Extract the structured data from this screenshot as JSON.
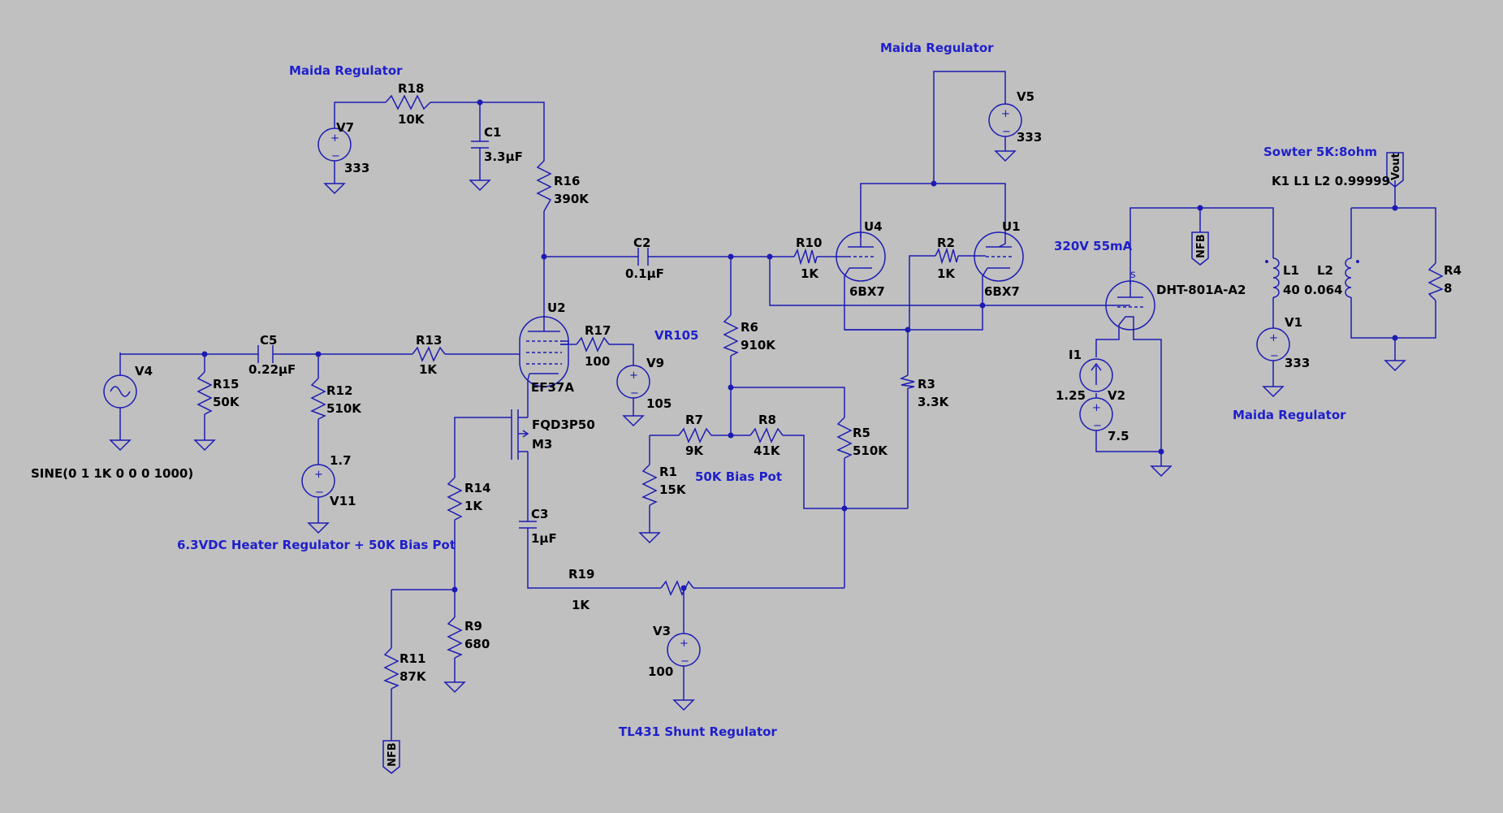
{
  "notes": {
    "maida_v7": "Maida Regulator",
    "maida_v5": "Maida Regulator",
    "maida_v1": "Maida Regulator",
    "sowter": "Sowter 5K:8ohm",
    "coupling": "K1 L1 L2 0.99999",
    "bias_320": "320V 55mA",
    "vr105": "VR105",
    "heater": "6.3VDC Heater Regulator + 50K Bias Pot",
    "bias_pot": "50K Bias Pot",
    "tl431": "TL431 Shunt Regulator",
    "sine": "SINE(0 1 1K 0 0 0 1000)"
  },
  "components": {
    "R18": {
      "ref": "R18",
      "value": "10K"
    },
    "R16": {
      "ref": "R16",
      "value": "390K"
    },
    "R10": {
      "ref": "R10",
      "value": "1K"
    },
    "R2": {
      "ref": "R2",
      "value": "1K"
    },
    "R6": {
      "ref": "R6",
      "value": "910K"
    },
    "R3": {
      "ref": "R3",
      "value": "3.3K"
    },
    "R7": {
      "ref": "R7",
      "value": "9K"
    },
    "R8": {
      "ref": "R8",
      "value": "41K"
    },
    "R5": {
      "ref": "R5",
      "value": "510K"
    },
    "R1": {
      "ref": "R1",
      "value": "15K"
    },
    "R13": {
      "ref": "R13",
      "value": "1K"
    },
    "R15": {
      "ref": "R15",
      "value": "50K"
    },
    "R12": {
      "ref": "R12",
      "value": "510K"
    },
    "R17": {
      "ref": "R17",
      "value": "100"
    },
    "R14": {
      "ref": "R14",
      "value": "1K"
    },
    "R9": {
      "ref": "R9",
      "value": "680"
    },
    "R11": {
      "ref": "R11",
      "value": "87K"
    },
    "R19": {
      "ref": "R19",
      "value": "1K"
    },
    "R4": {
      "ref": "R4",
      "value": "8"
    },
    "C1": {
      "ref": "C1",
      "value": "3.3µF"
    },
    "C2": {
      "ref": "C2",
      "value": "0.1µF"
    },
    "C5": {
      "ref": "C5",
      "value": "0.22µF"
    },
    "C3": {
      "ref": "C3",
      "value": "1µF"
    },
    "L1": {
      "ref": "L1",
      "value": "40"
    },
    "L2": {
      "ref": "L2",
      "value": "0.064"
    },
    "V7": {
      "ref": "V7",
      "value": "333"
    },
    "V5": {
      "ref": "V5",
      "value": "333"
    },
    "V1": {
      "ref": "V1",
      "value": "333"
    },
    "V4": {
      "ref": "V4"
    },
    "V9": {
      "ref": "V9",
      "value": "105"
    },
    "V11": {
      "ref": "V11",
      "value": "1.7"
    },
    "V3": {
      "ref": "V3",
      "value": "100"
    },
    "V2": {
      "ref": "V2",
      "value": "7.5"
    },
    "I1": {
      "ref": "I1",
      "value": "1.25"
    },
    "U2": {
      "ref": "U2",
      "value": "EF37A"
    },
    "U4": {
      "ref": "U4",
      "value": "6BX7"
    },
    "U1": {
      "ref": "U1",
      "value": "6BX7"
    },
    "DHT": {
      "value": "DHT-801A-A2"
    },
    "M3": {
      "ref": "M3",
      "value": "FQD3P50"
    }
  },
  "flags": {
    "vout": "Vout",
    "nfb_top": "NFB",
    "nfb_bottom": "NFB"
  }
}
